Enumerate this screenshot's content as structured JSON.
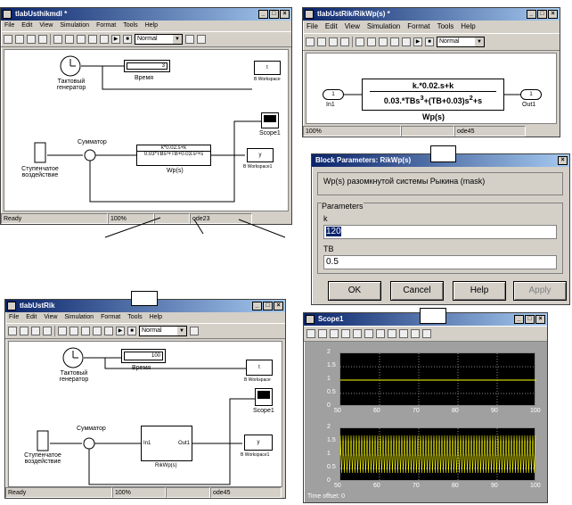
{
  "w1": {
    "title": "tlabUsthikmdl *",
    "menu": [
      "File",
      "Edit",
      "View",
      "Simulation",
      "Format",
      "Tools",
      "Help"
    ],
    "mode": "Normal",
    "clock_label": "Тактовый генератор",
    "display_value": "3",
    "display_label": "Время",
    "ws1": "t",
    "ws1_label": "B Workspace",
    "scope": "Scope1",
    "sum_label": "Сумматор",
    "step_label": "Ступенчатое воздействие",
    "tf_num": "k*0.02.s+k",
    "tf_den": "0.03*TBs³+TB+0.03.s²+s",
    "tf_name": "Wp(s)",
    "ws2": "y",
    "ws2_label": "B Workspace1",
    "status": [
      "Ready",
      "100%",
      "",
      "ode23"
    ]
  },
  "w2": {
    "title": "tlabUstRik/RikWp(s) *",
    "menu": [
      "File",
      "Edit",
      "View",
      "Simulation",
      "Format",
      "Tools",
      "Help"
    ],
    "mode": "Normal",
    "in_port": "1",
    "in_label": "In1",
    "num": "k.*0.02.s+k",
    "den_a": "0.03.*TBs",
    "den_exp": "3",
    "den_b": "+(TB+0.03)s",
    "den_exp2": "2",
    "den_c": "+s",
    "tf_name": "Wp(s)",
    "out_port": "1",
    "out_label": "Out1",
    "status": [
      "100%",
      "ode45"
    ]
  },
  "w3": {
    "title": "Block Parameters: RikWp(s)",
    "desc": "Wp(s) разомкнутой системы Рыкина (mask)",
    "group": "Parameters",
    "k_label": "k",
    "k_value": "120",
    "tb_label": "TB",
    "tb_value": "0.5",
    "ok": "OK",
    "cancel": "Cancel",
    "help": "Help",
    "apply": "Apply"
  },
  "w4": {
    "title": "tlabUstRik",
    "menu": [
      "File",
      "Edit",
      "View",
      "Simulation",
      "Format",
      "Tools",
      "Help"
    ],
    "mode": "Normal",
    "clock_label": "Тактовый генератор",
    "display_value": "100",
    "display_label": "Время",
    "ws1": "t",
    "ws1_label": "B Workspace",
    "scope": "Scope1",
    "sum_label": "Сумматор",
    "step_label": "Ступенчатое воздействие",
    "sub_in": "In1",
    "sub_out": "Out1",
    "sub_name": "RikWp(s)",
    "ws2": "y",
    "ws2_label": "B Workspace1",
    "status": [
      "Ready",
      "100%",
      "",
      "ode45"
    ]
  },
  "w5": {
    "title": "Scope1",
    "ticks_y1": [
      "2",
      "1.5",
      "1",
      "0.5",
      "0"
    ],
    "ticks_y2": [
      "2",
      "1.5",
      "1",
      "0.5",
      "0"
    ],
    "ticks_x": [
      "50",
      "60",
      "70",
      "80",
      "90",
      "100"
    ],
    "time_offset": "Time offset:  0",
    "colors": {
      "trace": "#ffff00",
      "grid": "#888888"
    }
  }
}
